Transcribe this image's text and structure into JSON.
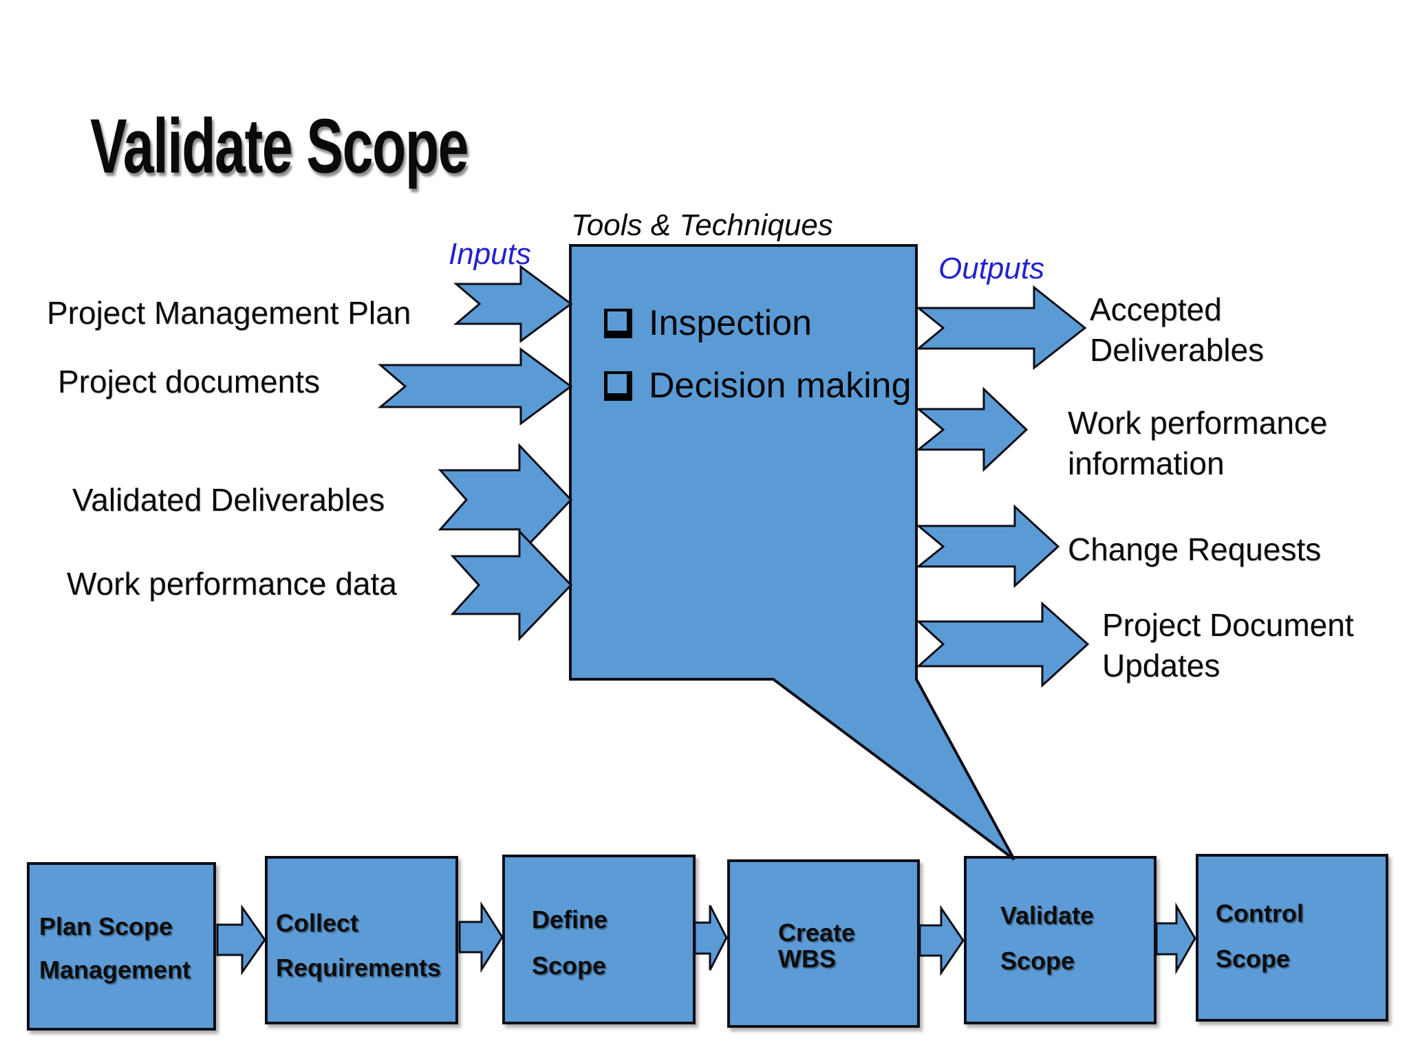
{
  "title": "Validate Scope",
  "colors": {
    "shape_fill": "#5B9BD5",
    "shape_stroke": "#0d0d16",
    "io_label_blue": "#2222CC",
    "text_black": "#0a0a0a"
  },
  "sections": {
    "tools_label": "Tools & Techniques",
    "inputs_label": "Inputs",
    "outputs_label": "Outputs"
  },
  "inputs": [
    "Project Management Plan",
    "Project documents",
    "Validated Deliverables",
    "Work performance data"
  ],
  "tools": [
    "Inspection",
    "Decision making"
  ],
  "outputs": [
    {
      "line1": "Accepted",
      "line2": "Deliverables"
    },
    {
      "line1": "Work performance",
      "line2": "information"
    },
    {
      "line1": "Change Requests",
      "line2": ""
    },
    {
      "line1": "Project Document",
      "line2": "Updates"
    }
  ],
  "process_flow": [
    {
      "line1": "Plan Scope",
      "line2": "Management"
    },
    {
      "line1": "Collect",
      "line2": "Requirements"
    },
    {
      "line1": "Define",
      "line2": "Scope"
    },
    {
      "line1": "Create",
      "line2": "WBS"
    },
    {
      "line1": "Validate",
      "line2": "Scope"
    },
    {
      "line1": "Control",
      "line2": "Scope"
    }
  ]
}
